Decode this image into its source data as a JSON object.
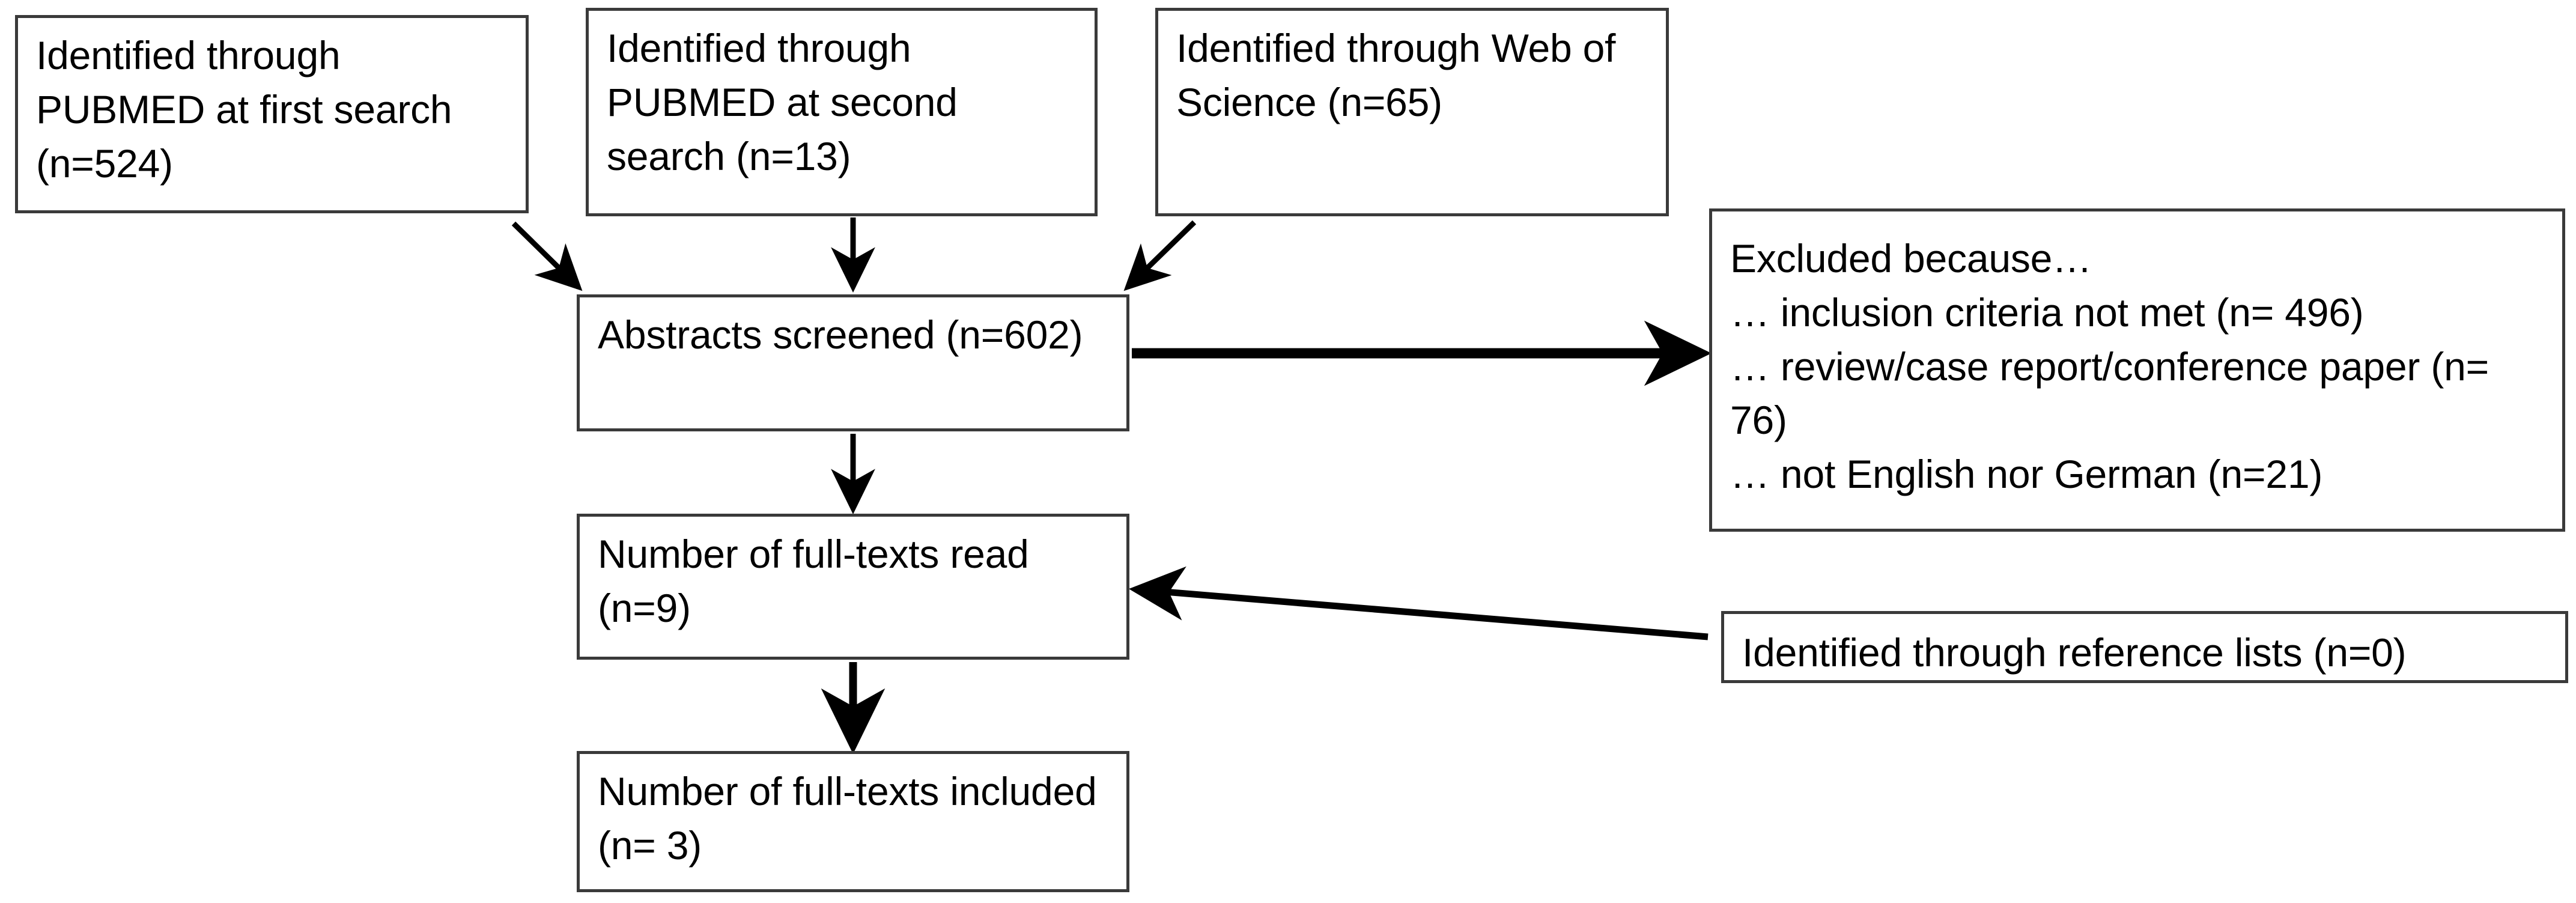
{
  "diagram": {
    "type": "prisma-flow-diagram",
    "title": "",
    "background_color": "#ffffff",
    "stroke_color": "#000000",
    "box_border_color": "#3a3a3a",
    "nodes": {
      "pubmed_first": "Identified through PUBMED at first search (n=524)",
      "pubmed_second": "Identified through PUBMED at second search (n=13)",
      "web_of_science": "Identified through Web of Science (n=65)",
      "abstracts_screened": "Abstracts screened (n=602)",
      "excluded": "Excluded because…\n… inclusion criteria not met (n= 496)\n… review/case report/conference paper (n= 76)\n… not English nor German (n=21)",
      "fulltexts_read": "Number of full-texts read (n=9)",
      "reference_lists": "Identified through reference lists (n=0)",
      "fulltexts_included": "Number of full-texts included (n= 3)"
    },
    "counts": {
      "pubmed_first": 524,
      "pubmed_second": 13,
      "web_of_science": 65,
      "abstracts_screened": 602,
      "excluded_inclusion_criteria_not_met": 496,
      "excluded_review_case_conference": 76,
      "excluded_not_english_nor_german": 21,
      "fulltexts_read": 9,
      "reference_lists": 0,
      "fulltexts_included": 3
    },
    "edges": [
      {
        "name": "pubmed-first-to-abstracts",
        "from": "pubmed_first",
        "to": "abstracts_screened",
        "style": "diagonal-arrow"
      },
      {
        "name": "pubmed-second-to-abstracts",
        "from": "pubmed_second",
        "to": "abstracts_screened",
        "style": "vertical-arrow"
      },
      {
        "name": "web-science-to-abstracts",
        "from": "web_of_science",
        "to": "abstracts_screened",
        "style": "diagonal-arrow"
      },
      {
        "name": "abstracts-to-excluded",
        "from": "abstracts_screened",
        "to": "excluded",
        "style": "horizontal-thick-arrow"
      },
      {
        "name": "abstracts-to-fulltexts-read",
        "from": "abstracts_screened",
        "to": "fulltexts_read",
        "style": "vertical-arrow"
      },
      {
        "name": "reference-to-fulltexts-read",
        "from": "reference_lists",
        "to": "fulltexts_read",
        "style": "diagonal-arrow-left"
      },
      {
        "name": "fulltexts-read-to-included",
        "from": "fulltexts_read",
        "to": "fulltexts_included",
        "style": "vertical-thick-arrow"
      }
    ]
  }
}
